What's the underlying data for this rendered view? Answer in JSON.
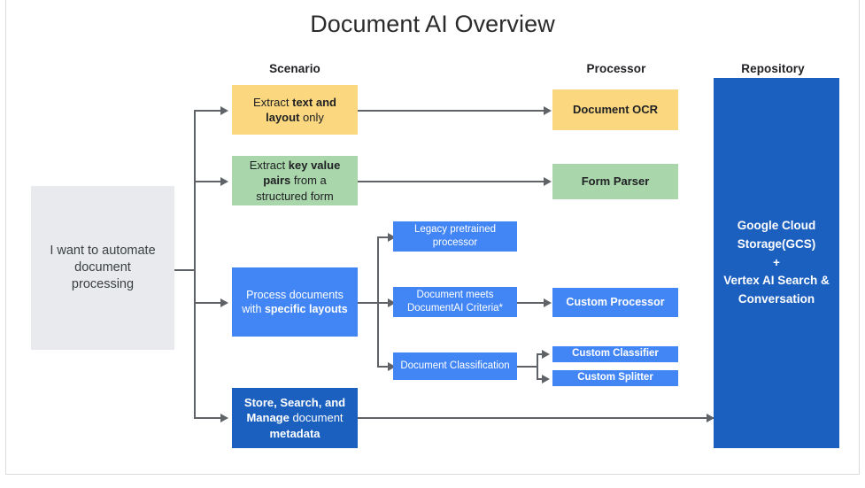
{
  "page": {
    "title": "Document AI Overview",
    "background": "#ffffff"
  },
  "colors": {
    "yellow": "#fbd87f",
    "green": "#a9d6ab",
    "blue": "#4285f4",
    "dark_blue": "#1b5fbf",
    "grey": "#e8eaed",
    "connector": "#5f6368",
    "frame_border": "#dcdcdc",
    "text_dark": "#202124",
    "text_light": "#ffffff"
  },
  "columns": {
    "scenario": "Scenario",
    "processor": "Processor",
    "repository": "Repository"
  },
  "start": {
    "label_line1": "I want to automate",
    "label_line2": "document",
    "label_line3": "processing"
  },
  "scenarios": [
    {
      "id": "extract-text-layout",
      "part1": "Extract ",
      "bold1": "text and",
      "bold2": "layout",
      "part2": " only",
      "color": "#fbd87f"
    },
    {
      "id": "extract-key-value",
      "part1": "Extract ",
      "bold1": "key value",
      "bold2": "pairs",
      "part2": " from a",
      "part3": "structured form",
      "color": "#a9d6ab"
    },
    {
      "id": "process-specific-layouts",
      "part1": "Process documents",
      "part2": "with ",
      "bold1": "specific layouts",
      "color": "#4285f4"
    },
    {
      "id": "store-search-manage",
      "bold1": "Store, Search, and",
      "bold2": "Manage",
      "part1": " document",
      "bold3": "metadata",
      "color": "#1b5fbf"
    }
  ],
  "middle": {
    "legacy_line1": "Legacy pretrained",
    "legacy_line2": "processor",
    "criteria_line1": "Document meets",
    "criteria_line2": "DocumentAI Criteria*",
    "classification": "Document Classification"
  },
  "processors": {
    "document_ocr": "Document OCR",
    "form_parser": "Form Parser",
    "custom_processor": "Custom Processor",
    "custom_classifier": "Custom Classifier",
    "custom_splitter": "Custom Splitter"
  },
  "repository": {
    "line1": "Google Cloud",
    "line2": "Storage(GCS)",
    "line3": "+",
    "line4": "Vertex AI Search &",
    "line5": "Conversation"
  }
}
